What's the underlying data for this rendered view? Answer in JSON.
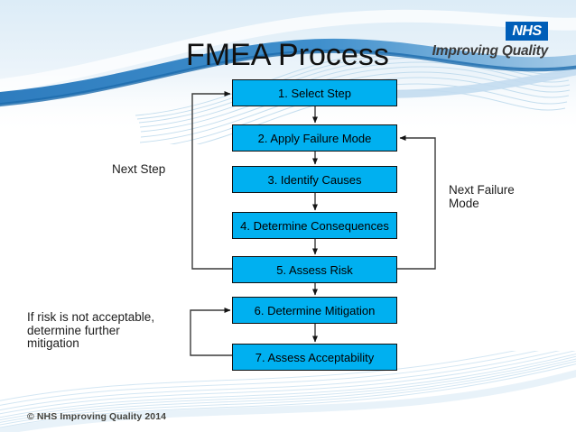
{
  "title": "FMEA Process",
  "logo": {
    "nhs": "NHS",
    "tagline": "Improving Quality"
  },
  "flowchart": {
    "steps": [
      {
        "label": "1. Select Step"
      },
      {
        "label": "2. Apply Failure Mode"
      },
      {
        "label": "3. Identify Causes"
      },
      {
        "label": "4. Determine Consequences"
      },
      {
        "label": "5. Assess Risk"
      },
      {
        "label": "6. Determine Mitigation"
      },
      {
        "label": "7. Assess Acceptability"
      }
    ],
    "annotations": {
      "next_step": "Next Step",
      "next_failure_mode": "Next Failure Mode",
      "risk_note": "If risk is not acceptable, determine further mitigation"
    }
  },
  "footer": {
    "copyright": "© NHS Improving Quality 2014"
  },
  "colors": {
    "box_fill": "#00B0F0",
    "box_border": "#101010",
    "nhs_blue": "#005EB8",
    "connector": "#3a3a3a",
    "wave_blue": "#3585C5",
    "wave_light": "#CFE4F2"
  }
}
